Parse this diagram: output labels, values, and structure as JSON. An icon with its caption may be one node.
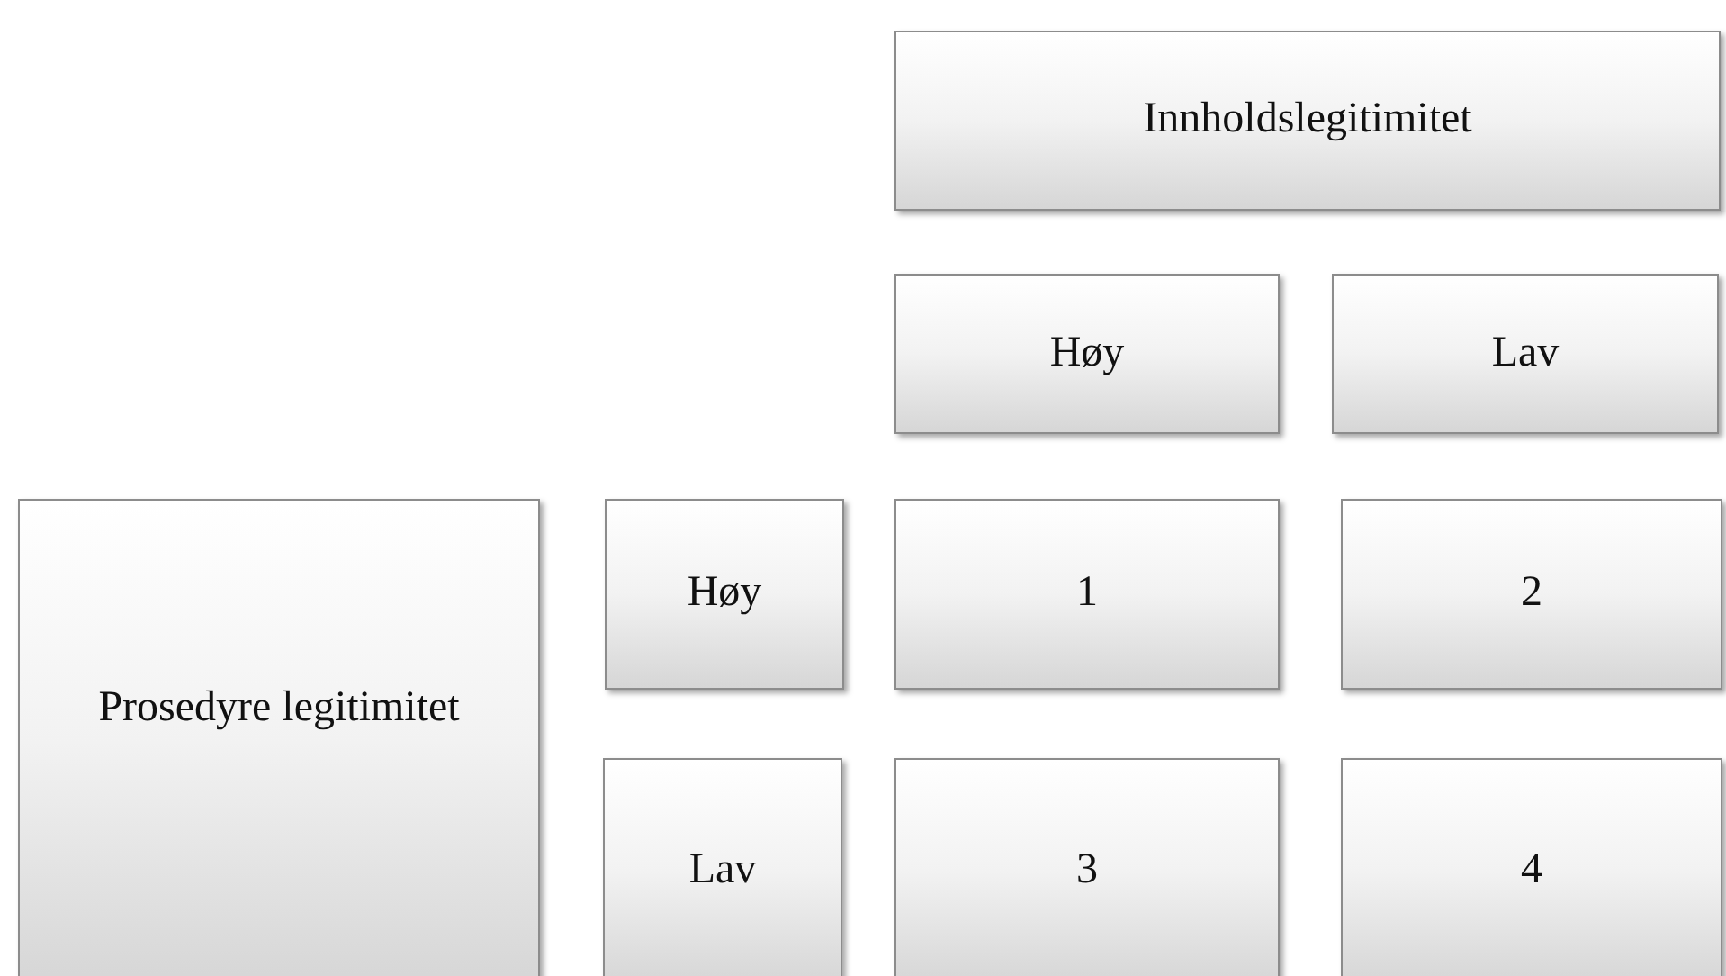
{
  "diagram": {
    "nodes": [
      {
        "text": [
          "Innholdslegitimitet"
        ]
      },
      {
        "text": [
          "Høy"
        ]
      },
      {
        "text": [
          "Lav"
        ]
      },
      {
        "text": [
          "Prosedyre legitimitet"
        ]
      },
      {
        "text": [
          "Høy"
        ]
      },
      {
        "text": [
          "1"
        ]
      },
      {
        "text": [
          "2"
        ]
      },
      {
        "text": [
          "Lav"
        ]
      },
      {
        "text": [
          "3"
        ]
      },
      {
        "text": [
          "4"
        ]
      }
    ]
  }
}
